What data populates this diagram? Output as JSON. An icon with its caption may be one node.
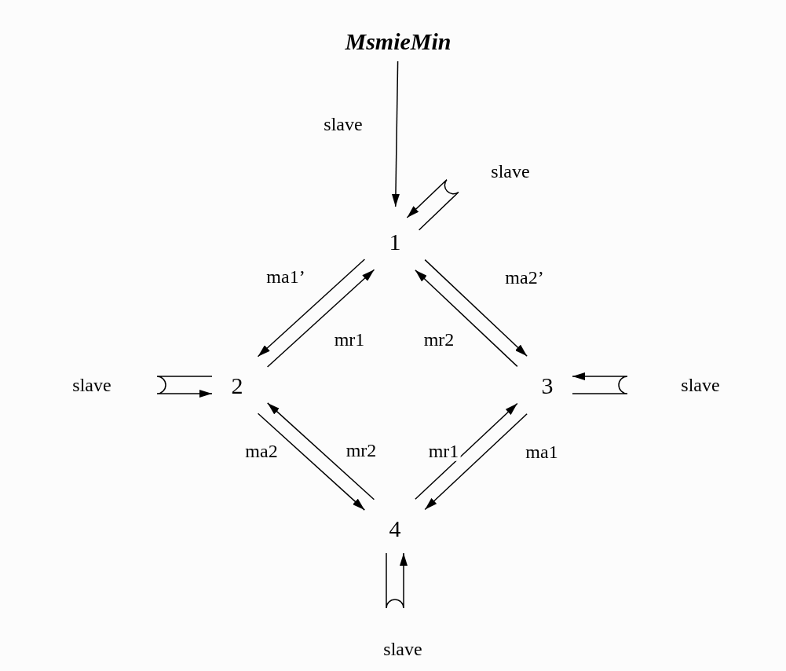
{
  "diagram": {
    "nodes": [
      {
        "text": [
          "MsmieMin"
        ]
      },
      {
        "text": [
          "1"
        ]
      },
      {
        "text": [
          "2"
        ]
      },
      {
        "text": [
          "3"
        ]
      },
      {
        "text": [
          "4"
        ]
      }
    ],
    "edges": [
      {
        "from": 0,
        "to": 1,
        "arrow": "to",
        "label": "slave"
      },
      {
        "from": 1,
        "to": 1,
        "arrow": "to",
        "label": "slave"
      },
      {
        "from": 1,
        "to": 2,
        "arrow": "to",
        "label": "ma1’"
      },
      {
        "from": 2,
        "to": 1,
        "arrow": "to",
        "label": "mr1"
      },
      {
        "from": 1,
        "to": 3,
        "arrow": "to",
        "label": "ma2’"
      },
      {
        "from": 3,
        "to": 1,
        "arrow": "to",
        "label": "mr2"
      },
      {
        "from": 2,
        "to": 2,
        "arrow": "to",
        "label": "slave"
      },
      {
        "from": 3,
        "to": 3,
        "arrow": "to",
        "label": "slave"
      },
      {
        "from": 2,
        "to": 4,
        "arrow": "to",
        "label": "ma2"
      },
      {
        "from": 4,
        "to": 2,
        "arrow": "to",
        "label": "mr2"
      },
      {
        "from": 3,
        "to": 4,
        "arrow": "to",
        "label": "ma1"
      },
      {
        "from": 4,
        "to": 3,
        "arrow": "to",
        "label": "mr1"
      },
      {
        "from": 4,
        "to": 4,
        "arrow": "to",
        "label": "slave"
      }
    ]
  }
}
